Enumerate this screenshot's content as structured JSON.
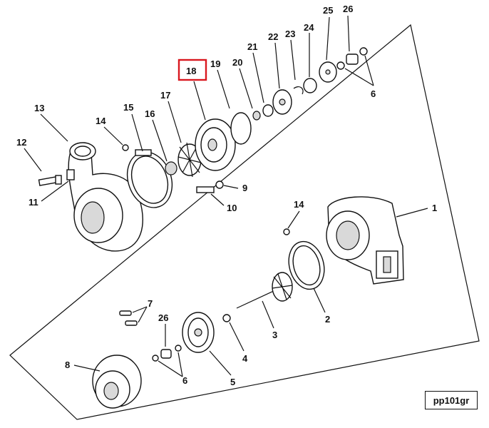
{
  "labels": {
    "l1": "1",
    "l2": "2",
    "l3": "3",
    "l4": "4",
    "l5": "5",
    "l6a": "6",
    "l6b": "6",
    "l7": "7",
    "l8": "8",
    "l9": "9",
    "l10": "10",
    "l11": "11",
    "l12": "12",
    "l13": "13",
    "l14a": "14",
    "l14b": "14",
    "l15": "15",
    "l16": "16",
    "l17": "17",
    "l18": "18",
    "l19": "19",
    "l20": "20",
    "l21": "21",
    "l22": "22",
    "l23": "23",
    "l24": "24",
    "l25": "25",
    "l26a": "26",
    "l26b": "26"
  },
  "reference": "pp101gr",
  "highlight_color": "#d9181f"
}
